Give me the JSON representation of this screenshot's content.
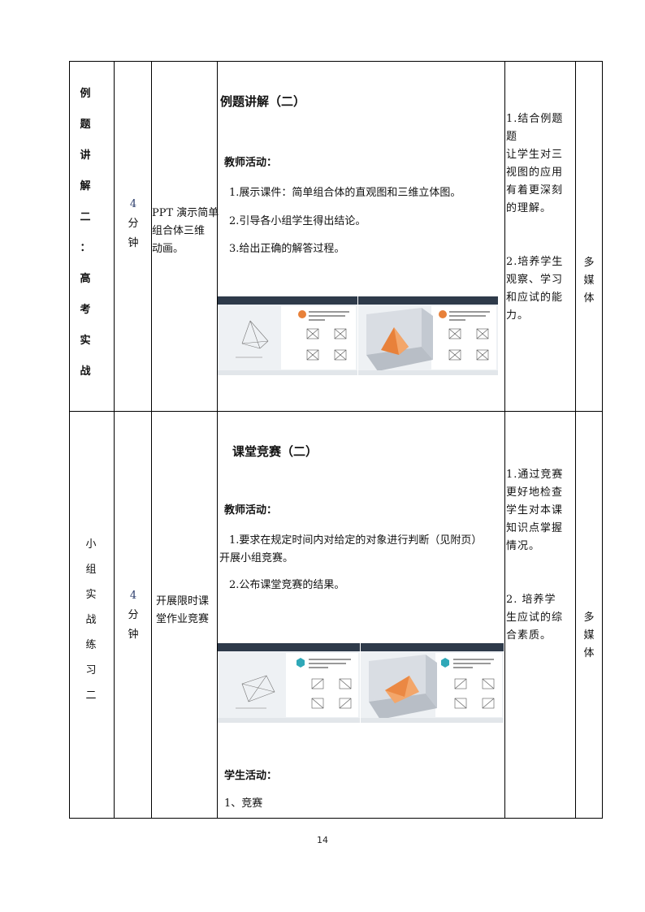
{
  "row1": {
    "stage_chars": [
      "例",
      "题",
      "讲",
      "解",
      "二",
      "：",
      "高",
      "考",
      "实",
      "战"
    ],
    "duration_num": "4",
    "duration_unit_chars": [
      "分",
      "钟"
    ],
    "method": [
      "PPT 演示简单",
      "组合体三维",
      "动画。"
    ],
    "title": "例题讲解（二）",
    "teacher_label": "教师活动：",
    "items": [
      "1.展示课件：简单组合体的直观图和三维立体图。",
      "2.引导各小组学生得出结论。",
      "3.给出正确的解答过程。"
    ],
    "goals": [
      "1.结合例题题",
      "让学生对三",
      "视图的应用",
      "有着更深刻",
      "的理解。",
      "",
      "",
      "2.培养学生",
      "观察、学习",
      "和应试的能",
      "力。"
    ],
    "resource_chars": [
      "多",
      "媒",
      "体"
    ]
  },
  "row2": {
    "stage_chars": [
      "小",
      "组",
      "实",
      "战",
      "练",
      "习",
      "二"
    ],
    "duration_num": "4",
    "duration_unit_chars": [
      "分",
      "钟"
    ],
    "method": [
      "开展限时课",
      "堂作业竞赛"
    ],
    "title": "课堂竞赛（二）",
    "teacher_label": "教师活动：",
    "items": [
      "1.要求在规定时间内对给定的对象进行判断（见附页）",
      "开展小组竞赛。",
      "2.公布课堂竞赛的结果。"
    ],
    "student_label": "学生活动：",
    "student_items": [
      "1、竞赛"
    ],
    "goals": [
      "1.通过竞赛",
      "更好地检查",
      "学生对本课",
      "知识点掌握",
      "情况。",
      "",
      "",
      "2. 培养学",
      "生应试的综",
      "合素质。"
    ],
    "resource_chars": [
      "多",
      "媒",
      "体"
    ]
  },
  "page_number": "14",
  "colors": {
    "accent_orange": "#e8813a",
    "slide_blue": "#5276b3",
    "slide_dark": "#2e3a4a"
  }
}
